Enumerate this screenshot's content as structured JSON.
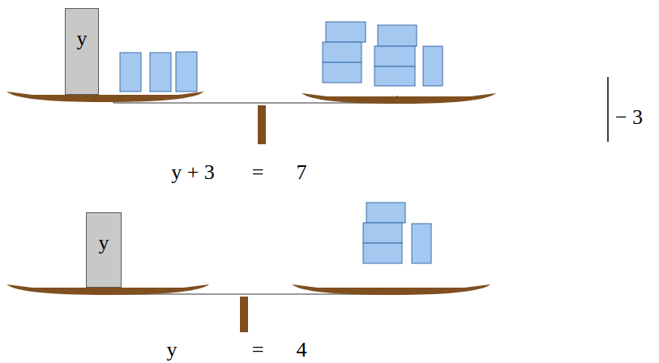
{
  "diagram": {
    "nodes": [
      {
        "text": [
          "y"
        ]
      },
      {
        "text": [
          "y"
        ]
      }
    ],
    "labels": [
      "y + 3",
      "=",
      "7",
      "− 3",
      "y",
      "=",
      "4"
    ]
  }
}
